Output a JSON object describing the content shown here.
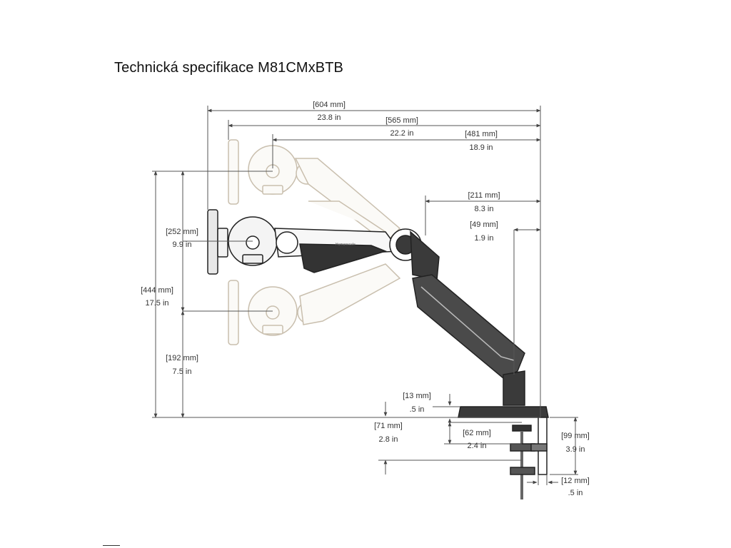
{
  "title": "Technická specifikace M81CMxBTB",
  "brand_mark": "Humanscale",
  "colors": {
    "dimension_line": "#555555",
    "ghost_arm": "#c9bfae",
    "arm_outline": "#222222"
  },
  "dimensions": {
    "overall_reach": {
      "mm": "[604 mm]",
      "in": "23.8 in"
    },
    "mid_reach": {
      "mm": "[565 mm]",
      "in": "22.2 in"
    },
    "short_reach": {
      "mm": "[481 mm]",
      "in": "18.9 in"
    },
    "pole_offset": {
      "mm": "[211 mm]",
      "in": "8.3 in"
    },
    "pole_inset": {
      "mm": "[49 mm]",
      "in": "1.9 in"
    },
    "tilt_range": {
      "mm": "[252 mm]",
      "in": "9.9 in"
    },
    "total_height": {
      "mm": "[444 mm]",
      "in": "17.5 in"
    },
    "base_height": {
      "mm": "[192 mm]",
      "in": "7.5 in"
    },
    "base_thickness": {
      "mm": "[13 mm]",
      "in": ".5 in"
    },
    "clamp_depth": {
      "mm": "[71 mm]",
      "in": "2.8 in"
    },
    "clamp_opening": {
      "mm": "[62 mm]",
      "in": "2.4 in"
    },
    "clamp_height": {
      "mm": "[99 mm]",
      "in": "3.9 in"
    },
    "clamp_plate": {
      "mm": "[12 mm]",
      "in": ".5 in"
    }
  }
}
